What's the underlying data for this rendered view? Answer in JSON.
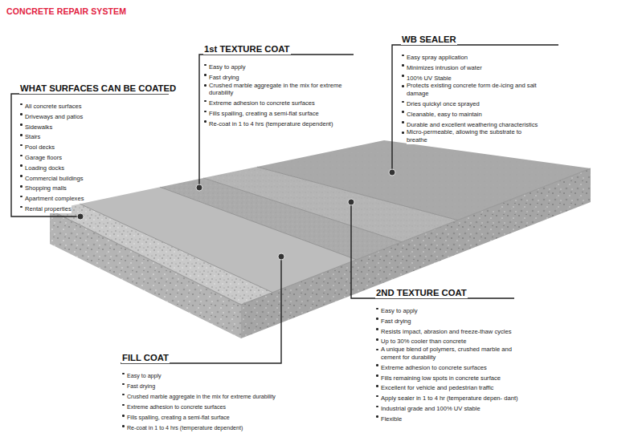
{
  "diagram": {
    "title": "CONCRETE REPAIR SYSTEM",
    "nodes": [
      {
        "text": [
          "1st TEXTURE COAT",
          "Easy to apply",
          "Fast drying",
          "Crushed marble aggregate in the mix for extreme durability",
          "Extreme adhesion to concrete surfaces",
          "Fills spalling, creating a semi-flat surface",
          "Re-coat in 1 to 4 hrs (temperature dependent)"
        ]
      },
      {
        "text": [
          "WB SEALER",
          "Easy spray application",
          "Minimizes intrusion of water",
          "100% UV Stable",
          "Protects existing concrete form de-icing and salt damage",
          "Dries quickyl once sprayed",
          "Cleanable, easy to maintain",
          "Durable and excellent weathering characteristics",
          "Micro-permeable, allowing the substrate to breathe"
        ]
      },
      {
        "text": [
          "WHAT SURFACES CAN BE COATED",
          "All concrete surfaces",
          "Driveways and patios",
          "Sidewalks",
          "Stairs",
          "Pool decks",
          "Garage floors",
          "Loading docks",
          "Commercial buildings",
          "Shopping malls",
          "Apartment complexes",
          "Rental properties"
        ]
      },
      {
        "text": [
          "2ND TEXTURE COAT",
          "Easy to apply",
          "Fast drying",
          "Resists impact, abrasion and freeze-thaw cycles",
          "Up to 30% cooler than concrete",
          "A unique blend of polymers, crushed marble and cement for durability",
          "Extreme adhesion to concrete surfaces",
          "Fills remaining low spots in concrete surface",
          "Excellent for vehicle and pedestrian traffic",
          "Apply sealer in 1 to 4 hr (temperature depen- dant)",
          "Industrial grade and 100% UV stable",
          "Flexible"
        ]
      },
      {
        "text": [
          "FILL COAT",
          "Easy to apply",
          "Fast drying",
          "Crushed marble aggregate in the mix for extreme durability",
          "Extreme adhesion to concrete surfaces",
          "Fills spalling, creating a semi-flat surface",
          "Re-coat in 1 to 4 hrs (temperature dependent)"
        ]
      }
    ]
  }
}
